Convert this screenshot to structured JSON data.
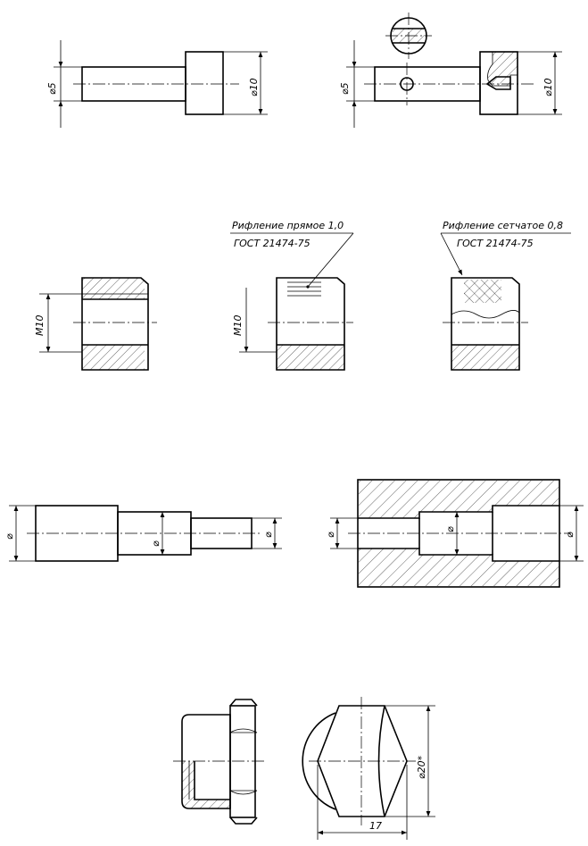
{
  "labels": {
    "d5": "⌀5",
    "d10": "⌀10",
    "m10": "M10",
    "knurl_straight": "Рифление прямое 1,0",
    "knurl_cross": "Рифление сетчатое 0,8",
    "gost": "ГОСТ 21474-75",
    "diam": "⌀",
    "d20": "⌀20*",
    "dim17": "17"
  }
}
